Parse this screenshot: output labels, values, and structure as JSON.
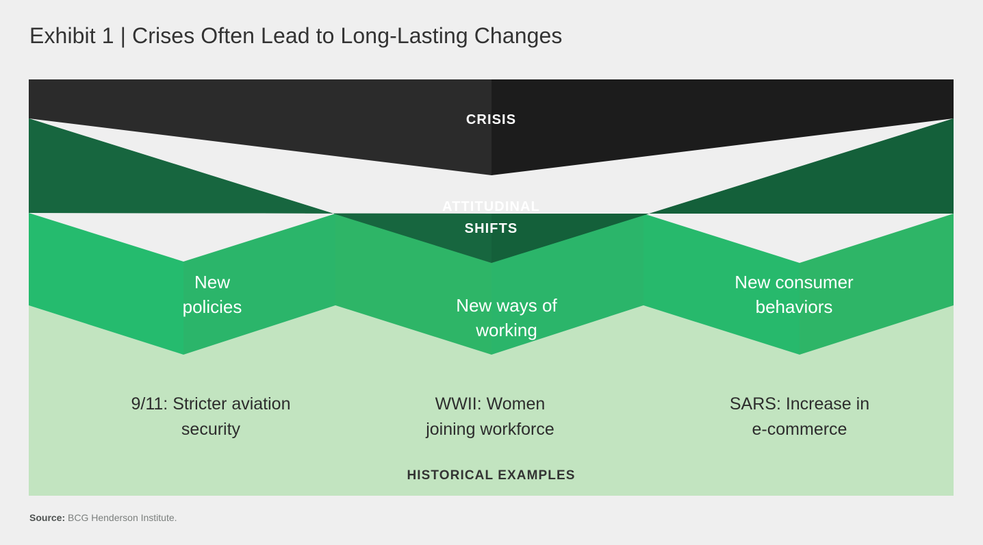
{
  "exhibit": {
    "title": "Exhibit 1 | Crises Often Lead to Long-Lasting Changes",
    "source_label": "Source:",
    "source_text": " BCG Henderson Institute."
  },
  "bands": {
    "crisis_label": "CRISIS",
    "shifts_label_line1": "ATTITUDINAL",
    "shifts_label_line2": "SHIFTS",
    "historical_label": "HISTORICAL EXAMPLES"
  },
  "shifts": [
    {
      "line1": "New",
      "line2": "policies"
    },
    {
      "line1": "New ways of",
      "line2": "working"
    },
    {
      "line1": "New consumer",
      "line2": "behaviors"
    }
  ],
  "examples": [
    {
      "line1": "9/11: Stricter aviation",
      "line2": "security"
    },
    {
      "line1": "WWII: Women",
      "line2": "joining workforce"
    },
    {
      "line1": "SARS: Increase in",
      "line2": "e-commerce"
    }
  ],
  "colors": {
    "background": "#efefef",
    "crisis_left": "#2b2b2b",
    "crisis_right": "#1c1c1c",
    "shift_band_left": "#17663f",
    "shift_band_right": "#14603a",
    "mid_green_1": "#25bb6e",
    "mid_green_2": "#2bb56a",
    "mid_green_3": "#2eb567",
    "mid_green_4": "#27b96c",
    "light_green": "#c2e4c0",
    "title_text": "#333333",
    "source_text": "#7b7f7d"
  }
}
